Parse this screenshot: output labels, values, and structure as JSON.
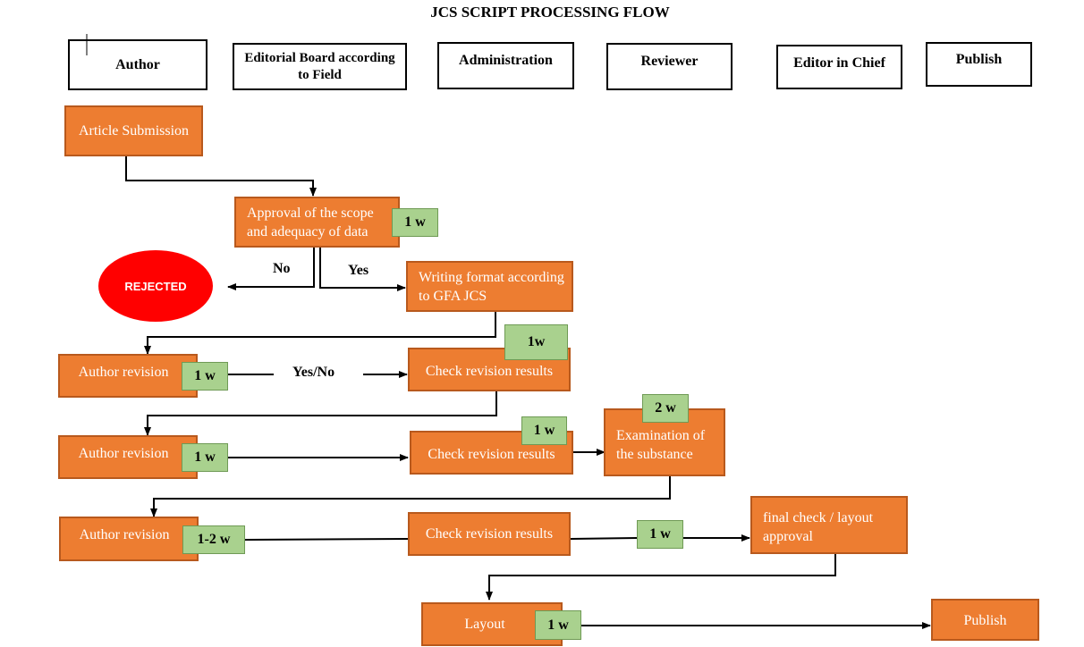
{
  "title": "JCS SCRIPT PROCESSING FLOW",
  "columns": {
    "author": "Author",
    "editorial_board": "Editorial Board according to Field",
    "administration": "Administration",
    "reviewer": "Reviewer",
    "editor_in_chief": "Editor in Chief",
    "publish": "Publish"
  },
  "steps": {
    "article_submission": "Article Submission",
    "approval_scope": "Approval of the scope and adequacy of data",
    "writing_format": "Writing format according to GFA JCS",
    "rejected": "REJECTED",
    "author_revision_1": "Author revision",
    "check_revision_1": "Check revision results",
    "author_revision_2": "Author revision",
    "check_revision_2": "Check revision results",
    "examination_substance": "Examination of the substance",
    "author_revision_3": "Author revision",
    "check_revision_3": "Check revision results",
    "final_check": "final check / layout approval",
    "layout": "Layout",
    "publish": "Publish"
  },
  "durations": {
    "approval": "1 w",
    "check_1": "1w",
    "author_revision_1": "1 w",
    "check_2": "1 w",
    "author_revision_2": "1 w",
    "examination": "2 w",
    "author_revision_3": "1-2 w",
    "check_3": "1 w",
    "layout": "1 w"
  },
  "labels": {
    "no": "No",
    "yes": "Yes",
    "yes_no": "Yes/No"
  },
  "colors": {
    "process_box": "#ed7d31",
    "duration_tag": "#a9d18e",
    "rejected": "#ff0000"
  }
}
